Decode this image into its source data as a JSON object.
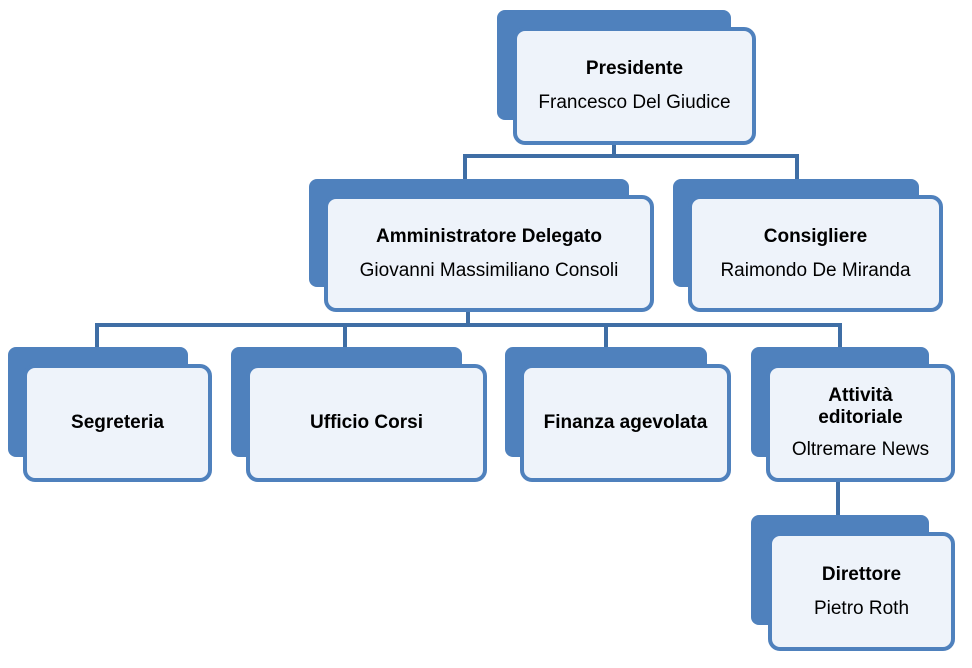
{
  "org_chart": {
    "president": {
      "role": "Presidente",
      "name": "Francesco Del Giudice"
    },
    "ceo": {
      "role": "Amministratore Delegato",
      "name": "Giovanni Massimiliano Consoli"
    },
    "councillor": {
      "role": "Consigliere",
      "name": "Raimondo De Miranda"
    },
    "secretary": {
      "role": "Segreteria"
    },
    "courses_office": {
      "role": "Ufficio Corsi"
    },
    "subsidized_finance": {
      "role": "Finanza agevolata"
    },
    "publishing": {
      "role": "Attività editoriale",
      "name": "Oltremare News"
    },
    "director": {
      "role": "Direttore",
      "name": "Pietro Roth"
    }
  },
  "colors": {
    "box_border": "#4f81bd",
    "box_fill": "#eef3fa",
    "connector": "#3f6ea5"
  }
}
